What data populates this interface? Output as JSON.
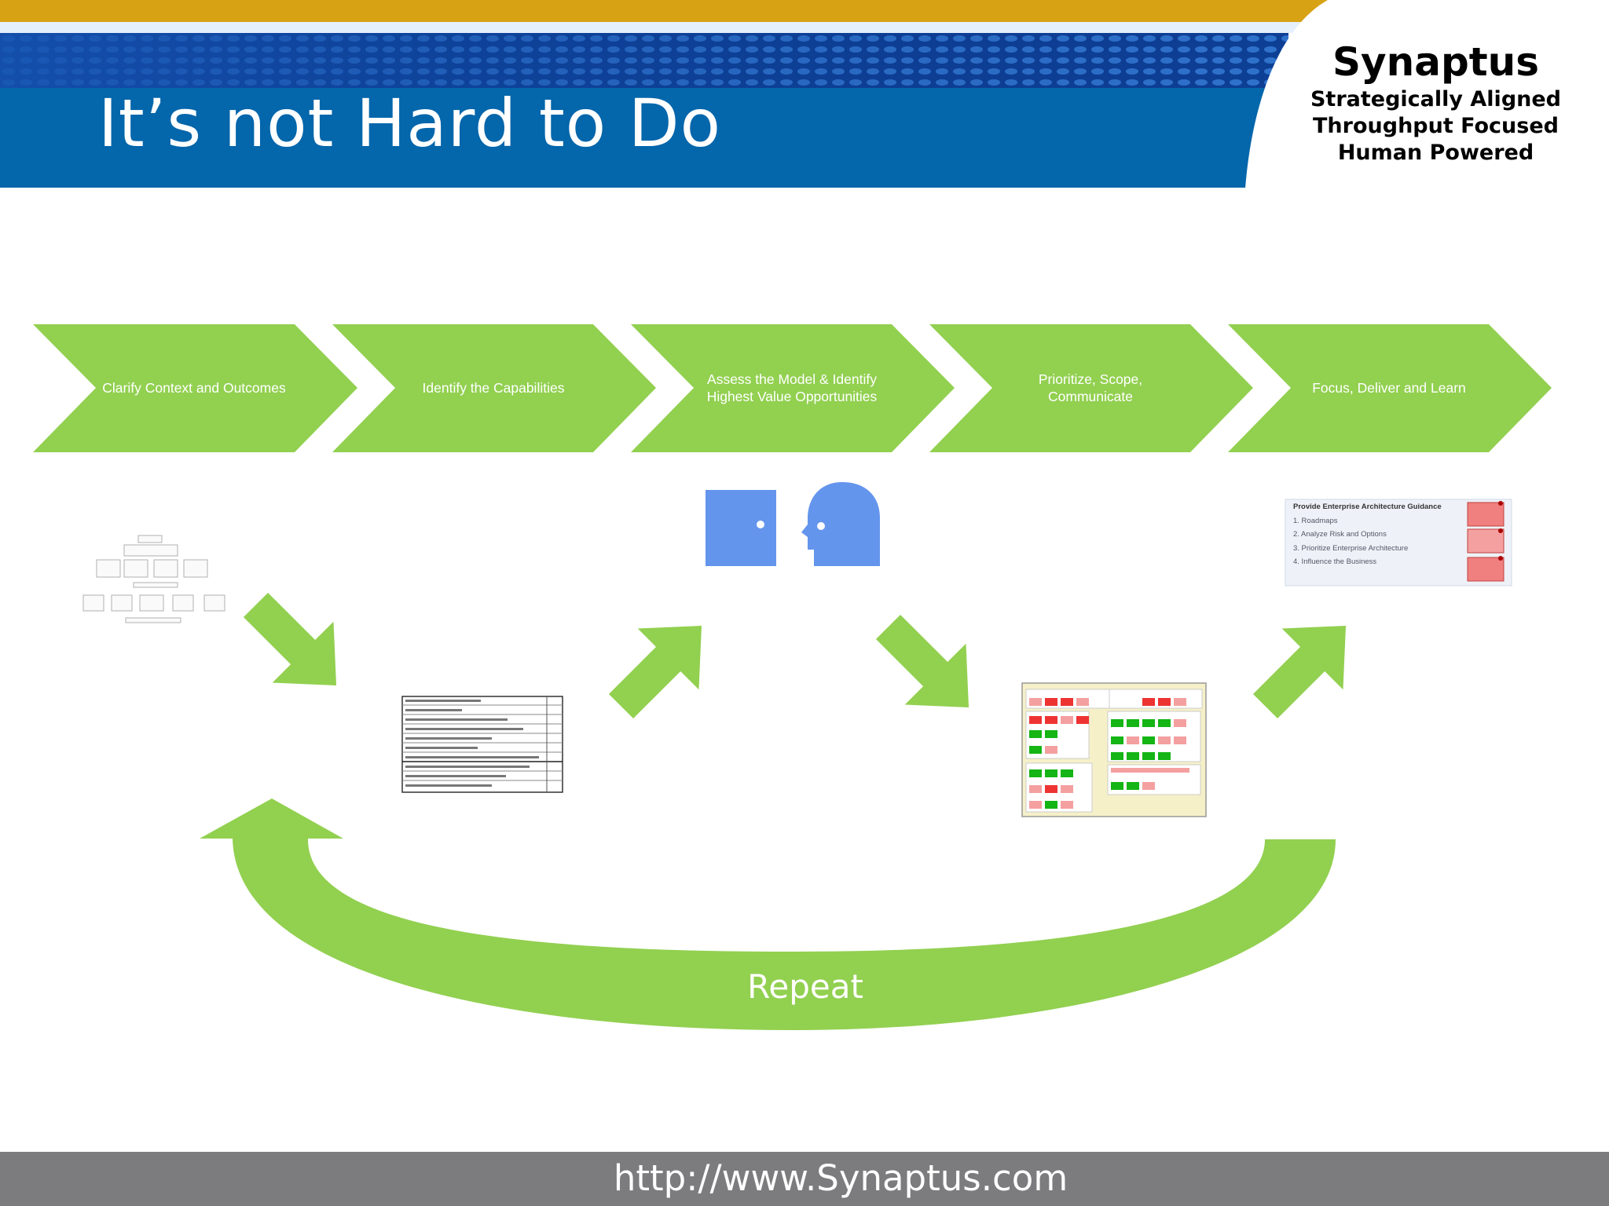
{
  "slide": {
    "title": "It’s not Hard to Do",
    "brand": {
      "name": "Synaptus",
      "taglines": [
        "Strategically Aligned",
        "Throughput Focused",
        "Human Powered"
      ]
    },
    "steps": [
      {
        "line1": "Clarify Context and Outcomes",
        "line2": ""
      },
      {
        "line1": "Identify the Capabilities",
        "line2": ""
      },
      {
        "line1": "Assess the Model  & Identify",
        "line2": "Highest Value Opportunities"
      },
      {
        "line1": "Prioritize, Scope,",
        "line2": "Communicate"
      },
      {
        "line1": "Focus, Deliver and Learn",
        "line2": ""
      }
    ],
    "repeat_label": "Repeat",
    "guidance_box": {
      "title": "Provide Enterprise Architecture Guidance",
      "items": [
        "1.  Roadmaps",
        "2.  Analyze Risk and Options",
        "3.  Prioritize Enterprise Architecture",
        "4.  Influence the Business"
      ]
    },
    "footer_url": "http://www.Synaptus.com"
  },
  "colors": {
    "accent_green": "#92d050",
    "header_blue": "#0466ab",
    "header_gold": "#d7a214",
    "head_blue": "#6495ed",
    "footer_gray": "#7c7c7e"
  }
}
